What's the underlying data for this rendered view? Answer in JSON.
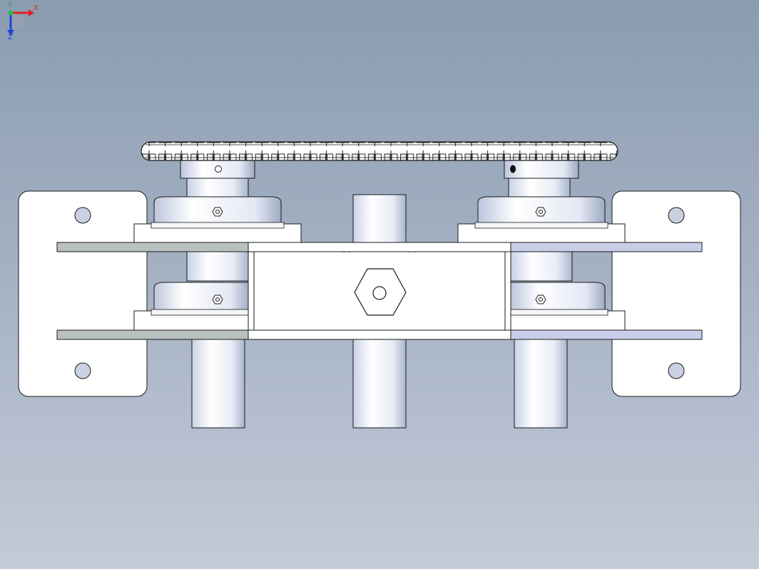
{
  "view": {
    "background_top": "#8a9cb0",
    "background_bottom": "#c3cad8",
    "part_fill": "#ffffff",
    "edge_color": "#1a1a1a",
    "shaft_fill": "#d8e0ef",
    "plate_left_fill": "#b8c0c0",
    "plate_right_fill": "#c8cde8"
  },
  "triad": {
    "x_label": "X",
    "y_label": "Y",
    "z_label": "Z",
    "x_color": "#e02020",
    "y_color": "#20c040",
    "z_color": "#2040e0"
  }
}
